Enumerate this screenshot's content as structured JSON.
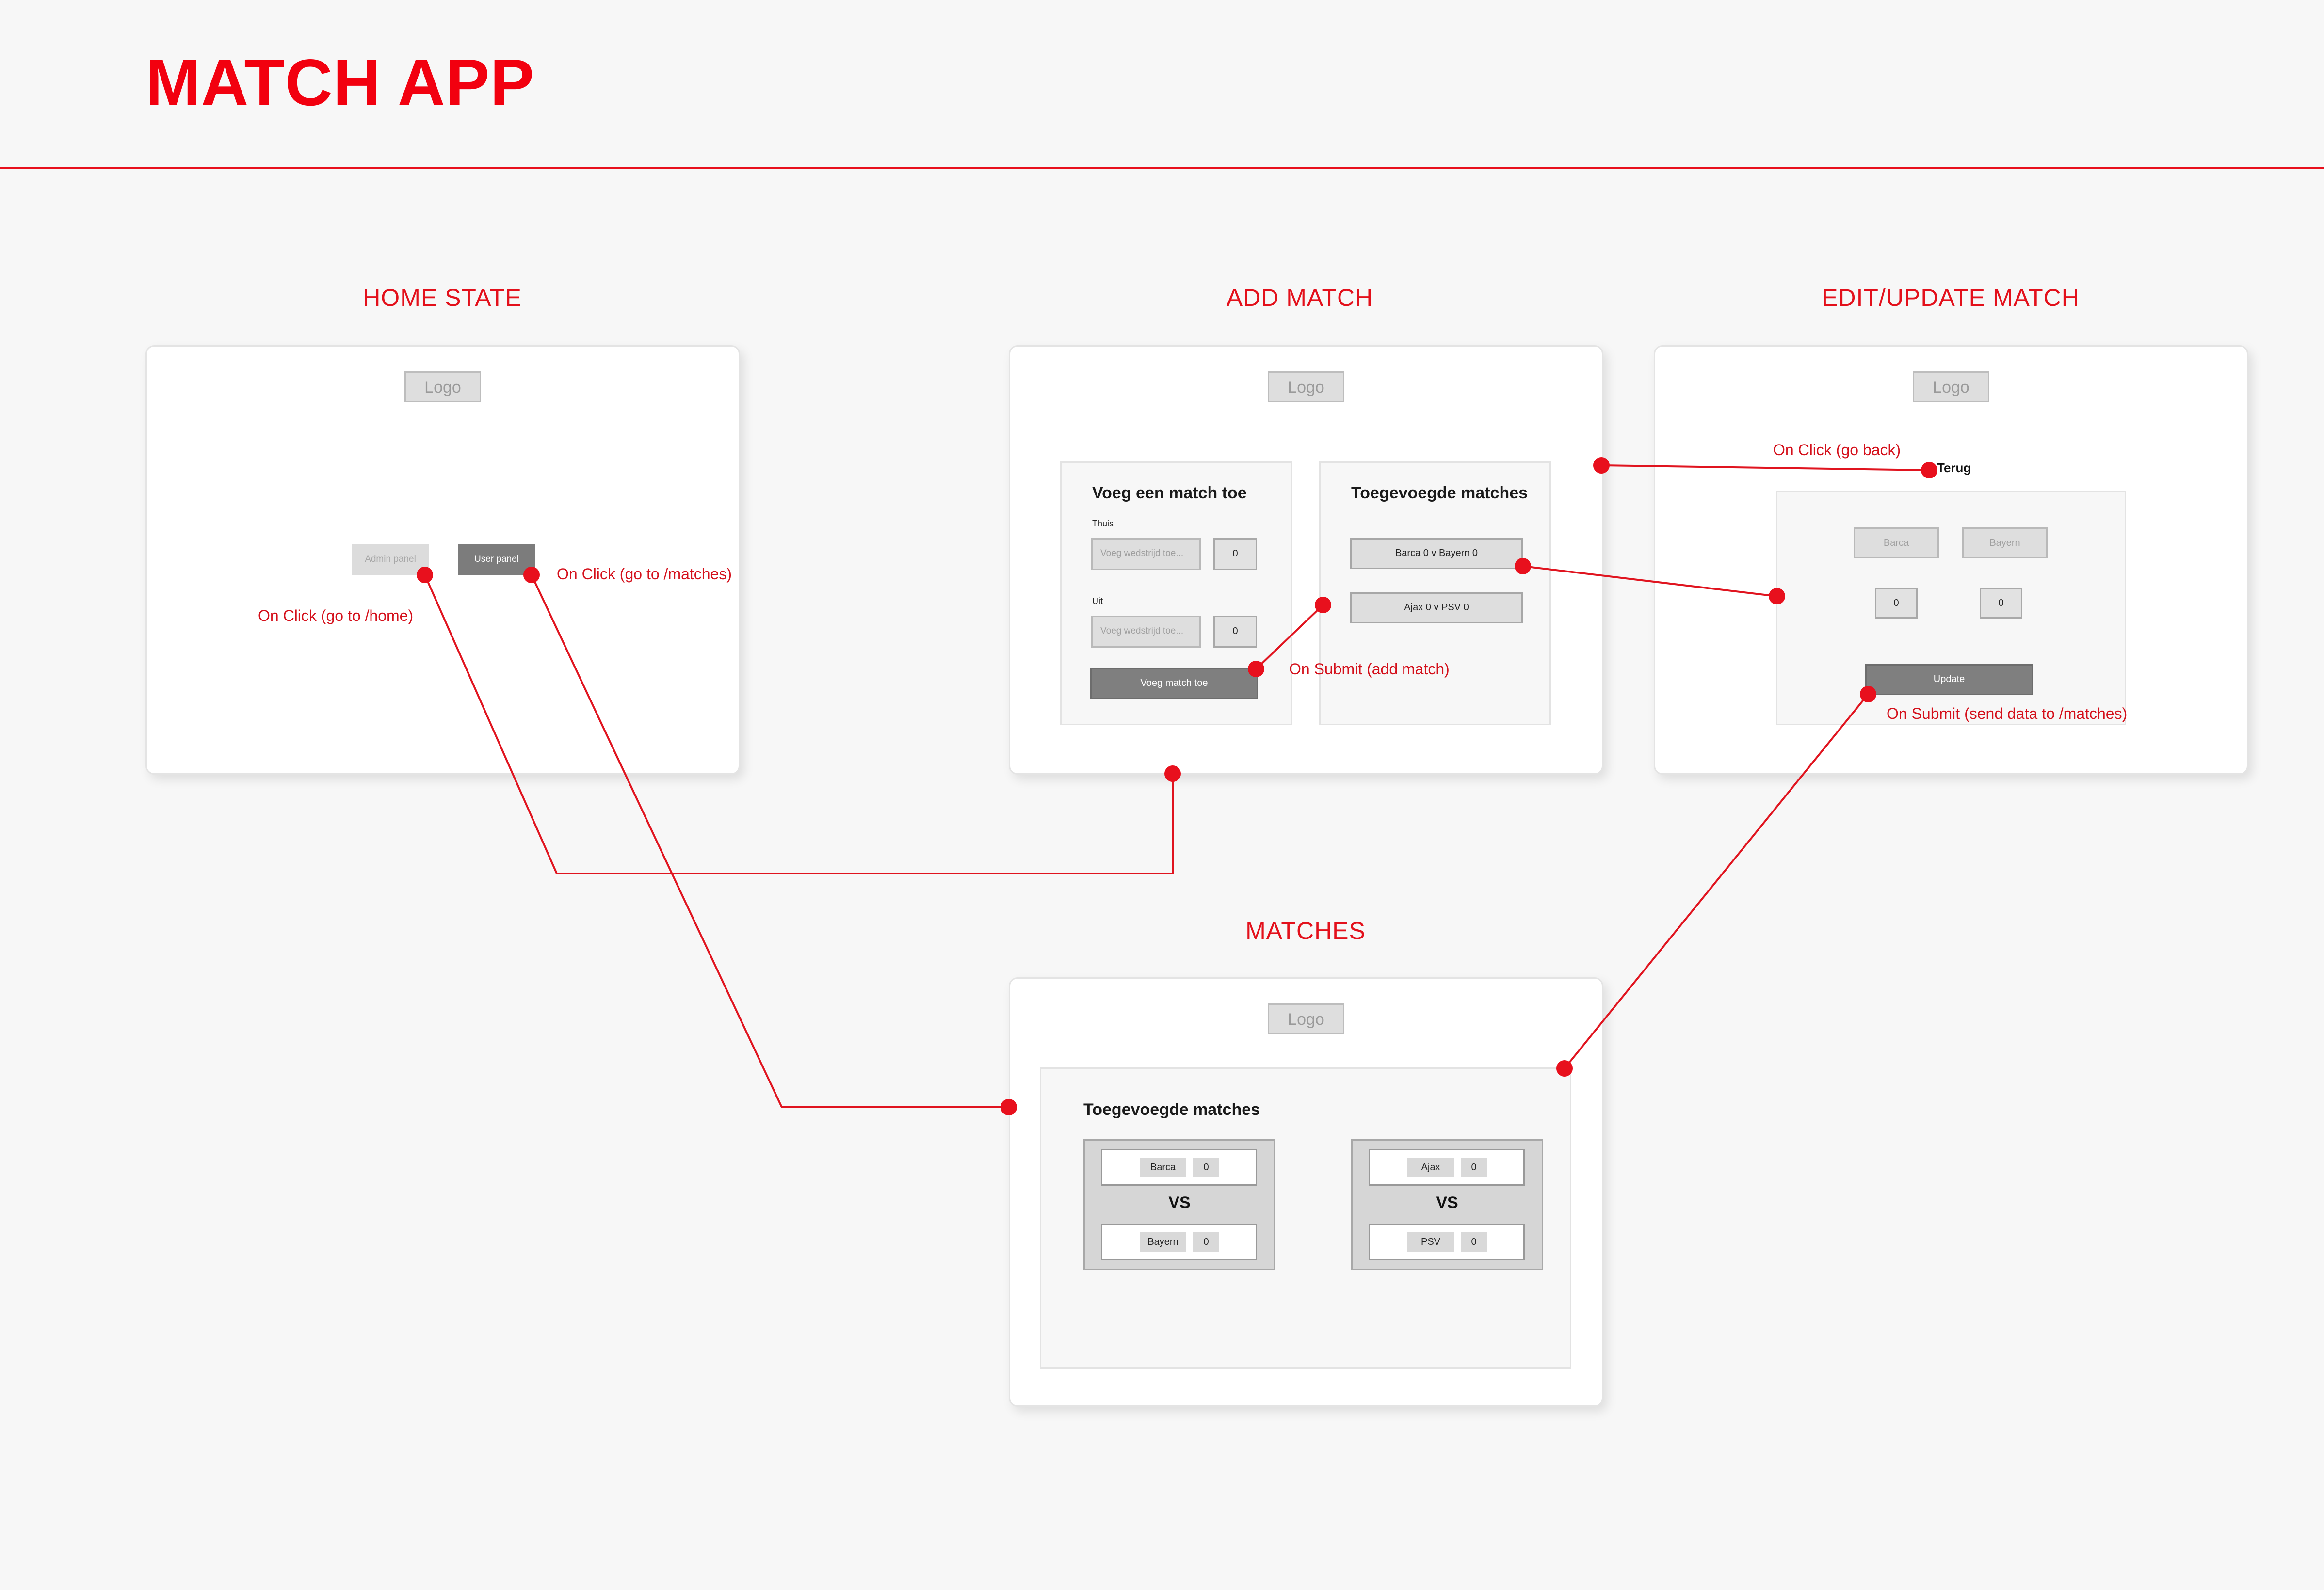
{
  "app_title": "MATCH APP",
  "sections": {
    "home": "HOME STATE",
    "add": "ADD MATCH",
    "edit": "EDIT/UPDATE MATCH",
    "matches": "MATCHES"
  },
  "logo_label": "Logo",
  "home": {
    "admin_button": "Admin panel",
    "user_button": "User panel"
  },
  "add_match": {
    "form_title": "Voeg een match toe",
    "home_label": "Thuis",
    "away_label": "Uit",
    "team_placeholder": "Voeg wedstrijd toe...",
    "score_default": "0",
    "submit_button": "Voeg match toe",
    "list_title": "Toegevoegde matches",
    "matches": [
      "Barca 0 v Bayern 0",
      "Ajax 0 v PSV 0"
    ]
  },
  "edit_match": {
    "back_link": "Terug",
    "home_team": "Barca",
    "away_team": "Bayern",
    "home_score": "0",
    "away_score": "0",
    "update_button": "Update"
  },
  "matches_page": {
    "title": "Toegevoegde matches",
    "vs_label": "VS",
    "cards": [
      {
        "home": "Barca",
        "home_score": "0",
        "away": "Bayern",
        "away_score": "0"
      },
      {
        "home": "Ajax",
        "home_score": "0",
        "away": "PSV",
        "away_score": "0"
      }
    ]
  },
  "annotations": {
    "go_home": "On Click (go to /home)",
    "go_matches": "On Click (go to /matches)",
    "submit_add": "On Submit (add match)",
    "go_back": "On Click (go back)",
    "submit_send": "On Submit (send data to /matches)"
  },
  "colors": {
    "accent": "#e8101d",
    "connector": "#e0141f",
    "background": "#f7f7f7"
  }
}
